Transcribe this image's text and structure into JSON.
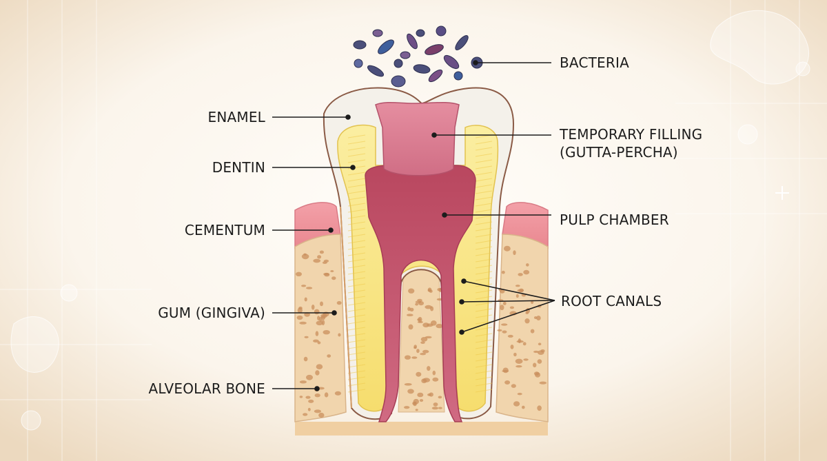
{
  "labels": {
    "bacteria": "BACTERIA",
    "enamel": "ENAMEL",
    "temporary_filling_line1": "TEMPORARY FILLING",
    "temporary_filling_line2": "(GUTTA-PERCHA)",
    "dentin": "DENTIN",
    "pulp_chamber": "PULP CHAMBER",
    "cementum": "CEMENTUM",
    "root_canals": "ROOT CANALS",
    "gum": "GUM (GINGIVA)",
    "alveolar_bone": "ALVEOLAR BONE"
  },
  "colors": {
    "background": "#f7efe4",
    "enamel": "#f4f1ec",
    "dentin": "#f8e27c",
    "pulp": "#c95c76",
    "filling": "#d8778d",
    "gum": "#ef9aa3",
    "bone": "#f1d5ad",
    "bacteria": "#4b4f7a"
  }
}
